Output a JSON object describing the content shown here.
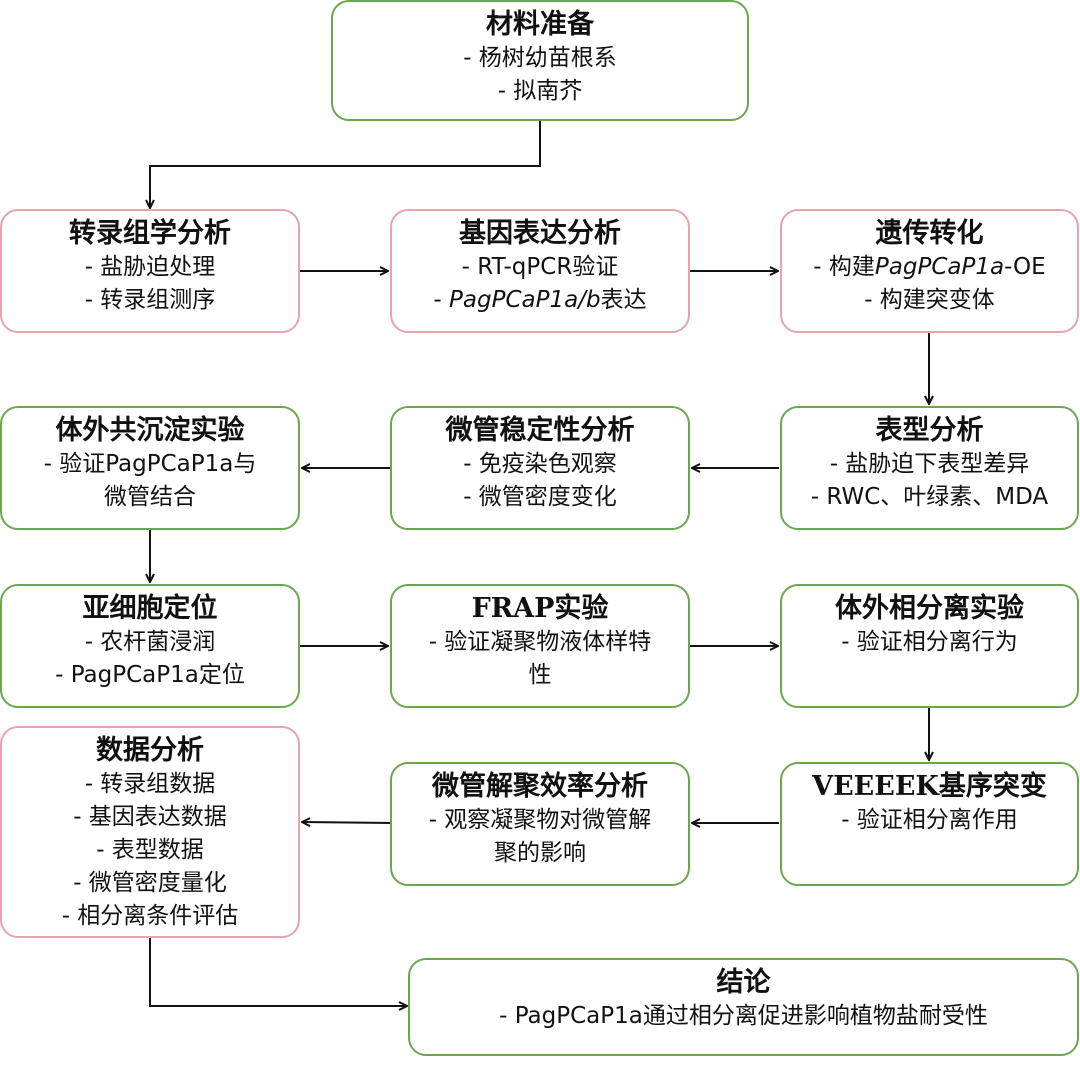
{
  "colors": {
    "green_border": "#6aa84f",
    "pink_border": "#e8a3ac",
    "arrow": "#111111"
  },
  "nodes": [
    {
      "id": "materials",
      "title": "材料准备",
      "lines": [
        "- 杨树幼苗根系",
        "- 拟南芥"
      ]
    },
    {
      "id": "transcriptome",
      "title": "转录组学分析",
      "lines": [
        "- 盐胁迫处理",
        "- 转录组测序"
      ]
    },
    {
      "id": "gene_expr",
      "title": "基因表达分析",
      "lines": [
        "- RT-qPCR验证"
      ],
      "rich": {
        "prefix": "- ",
        "italic": "PagPCaP1a/b",
        "suffix": "表达"
      }
    },
    {
      "id": "transform",
      "title": "遗传转化",
      "rich": {
        "prefix": "- 构建",
        "italic": "PagPCaP1a",
        "suffix": "-OE"
      },
      "lines": [
        "- 构建突变体"
      ]
    },
    {
      "id": "phenotype",
      "title": "表型分析",
      "lines": [
        "- 盐胁迫下表型差异",
        "- RWC、叶绿素、MDA"
      ]
    },
    {
      "id": "mt_stability",
      "title": "微管稳定性分析",
      "lines": [
        "- 免疫染色观察",
        "- 微管密度变化"
      ]
    },
    {
      "id": "cosediment",
      "title": "体外共沉淀实验",
      "lines": [
        "- 验证PagPCaP1a与",
        "微管结合"
      ]
    },
    {
      "id": "subcellular",
      "title": "亚细胞定位",
      "lines": [
        "- 农杆菌浸润",
        "- PagPCaP1a定位"
      ]
    },
    {
      "id": "frap",
      "title": "FRAP实验",
      "lines": [
        "- 验证凝聚物液体样特",
        "性"
      ]
    },
    {
      "id": "phase_sep",
      "title": "体外相分离实验",
      "lines": [
        "- 验证相分离行为"
      ]
    },
    {
      "id": "veeeek",
      "title": "VEEEEK基序突变",
      "lines": [
        "- 验证相分离作用"
      ]
    },
    {
      "id": "mt_depoly",
      "title": "微管解聚效率分析",
      "lines": [
        "- 观察凝聚物对微管解",
        "聚的影响"
      ]
    },
    {
      "id": "data_analysis",
      "title": "数据分析",
      "lines": [
        "- 转录组数据",
        "- 基因表达数据",
        "- 表型数据",
        "- 微管密度量化",
        "- 相分离条件评估"
      ]
    },
    {
      "id": "conclusion",
      "title": "结论",
      "lines": [
        "- PagPCaP1a通过相分离促进影响植物盐耐受性"
      ]
    }
  ]
}
